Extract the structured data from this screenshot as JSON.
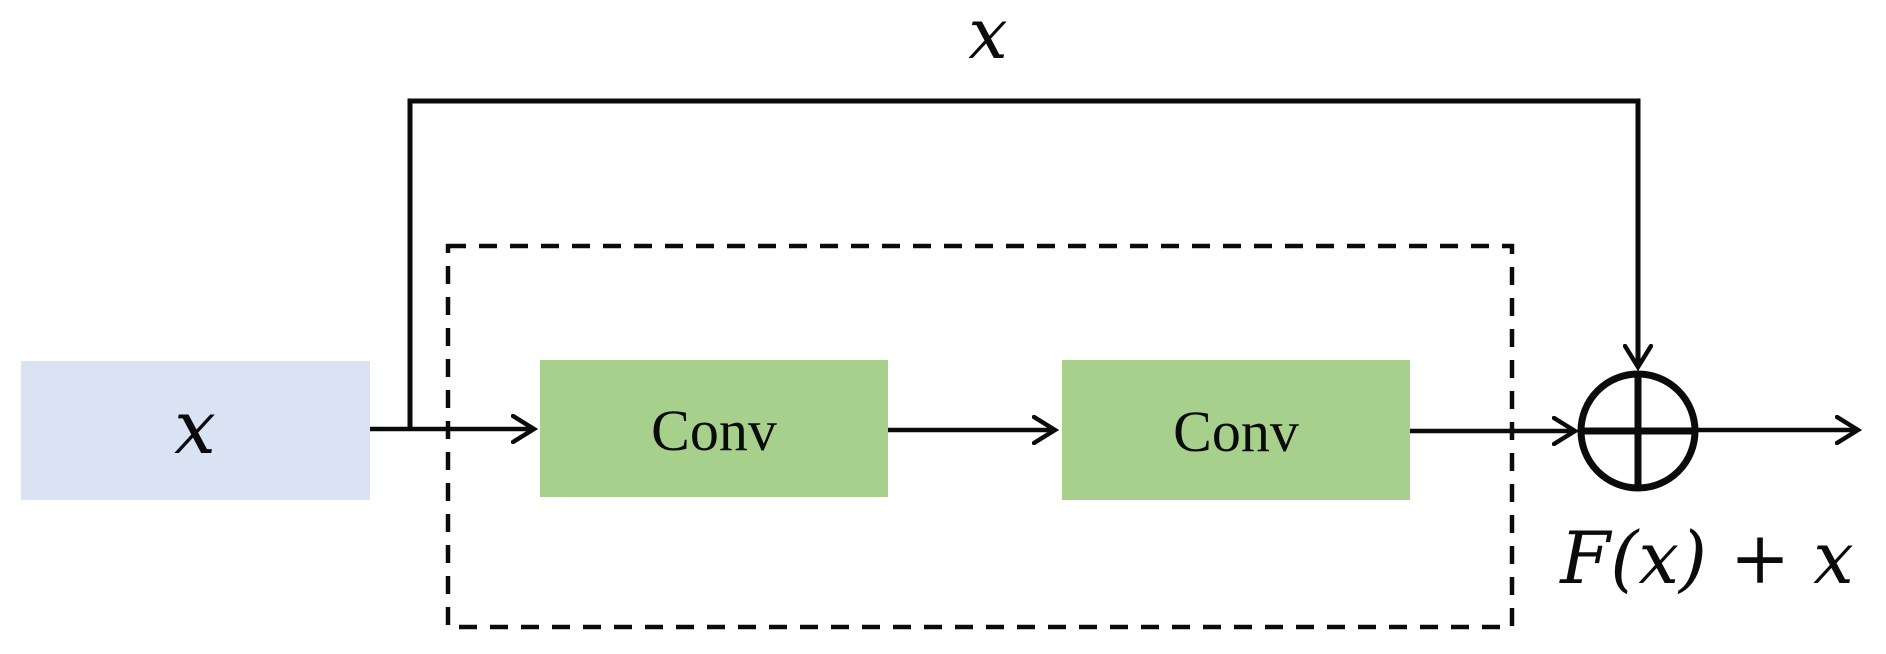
{
  "diagram": {
    "type": "flow-diagram",
    "colors": {
      "background": "#ffffff",
      "input_box_fill": "#dae3f3",
      "conv_box_fill": "#a7d08d",
      "line": "#0b0b0b",
      "text": "#0b0b0b"
    },
    "labels": {
      "skip_connection": "x",
      "input_box": "x",
      "conv1": "Conv",
      "conv2": "Conv",
      "output": "F(x) + x"
    }
  }
}
